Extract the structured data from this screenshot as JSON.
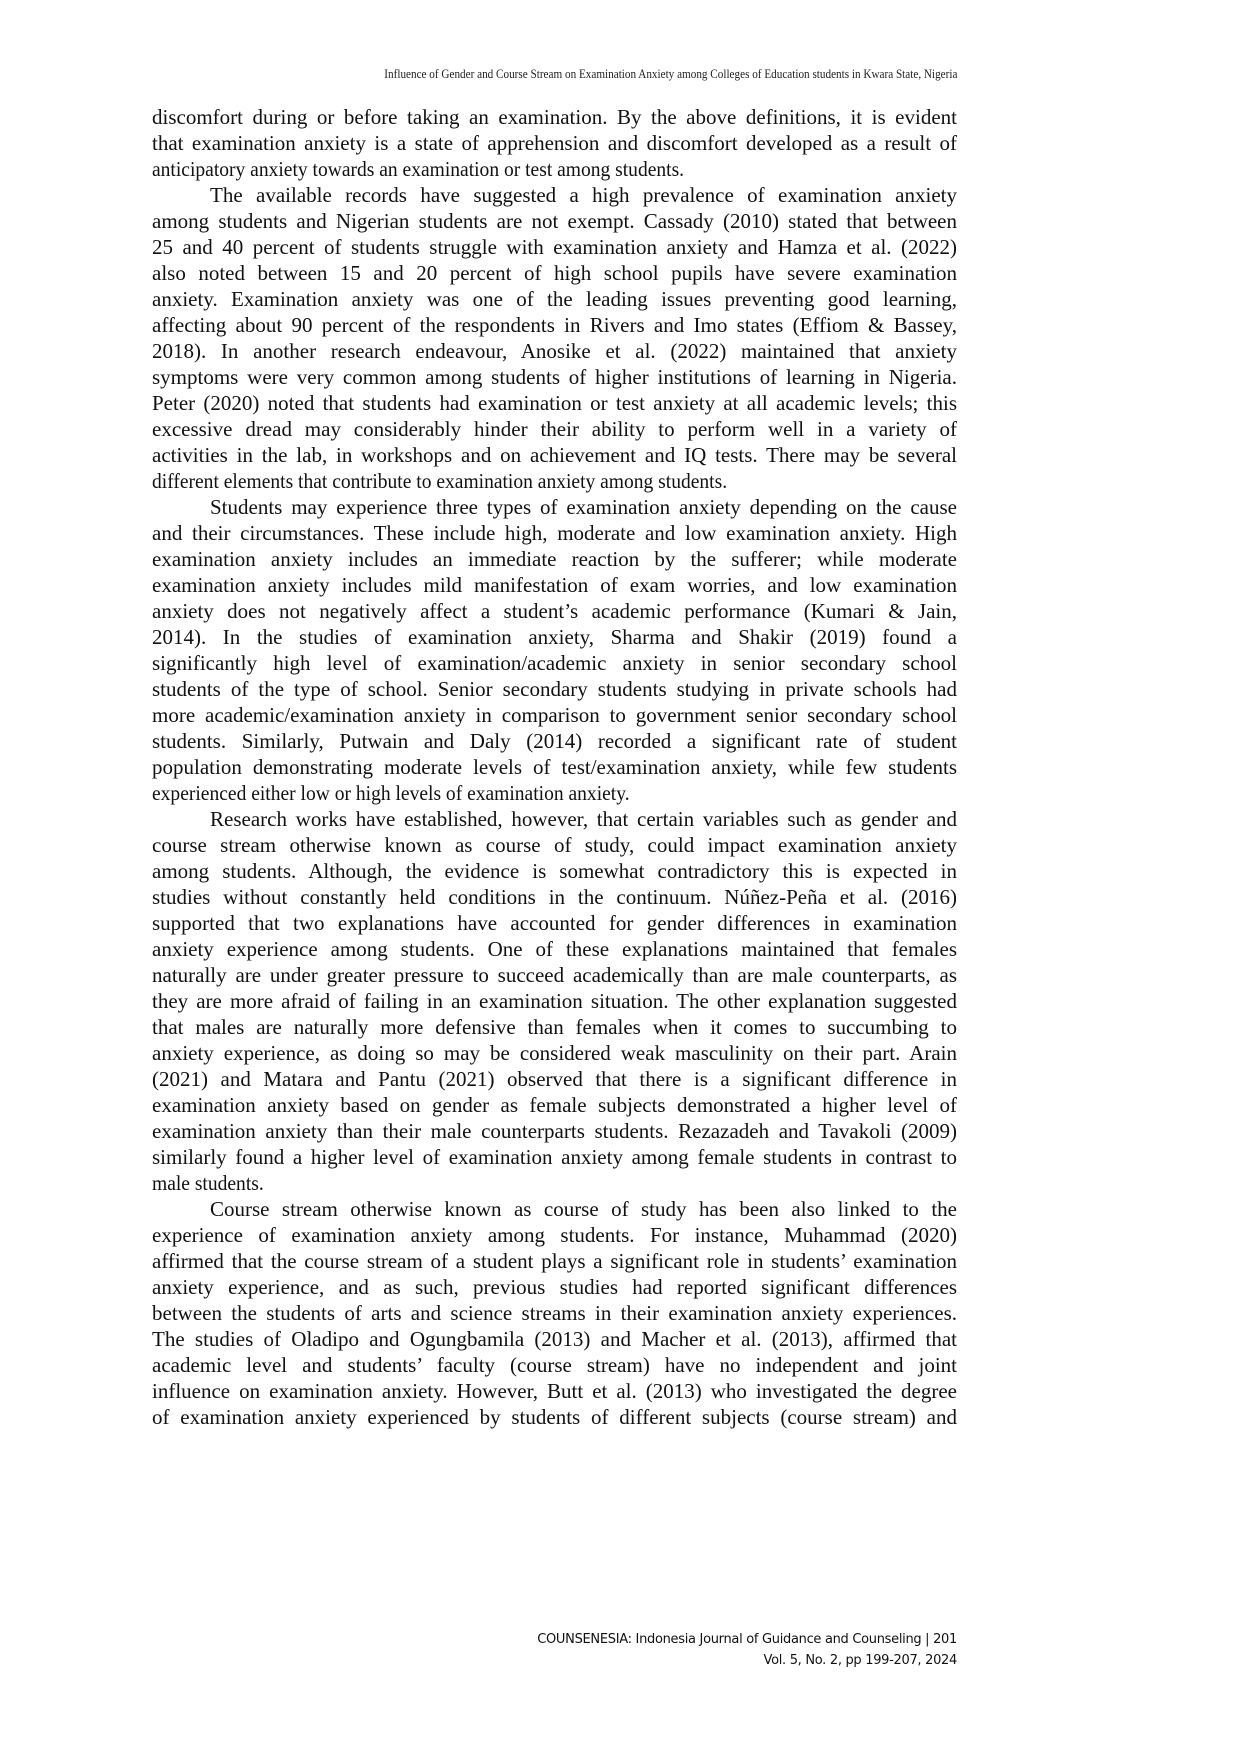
{
  "header": {
    "running_title": "Influence of Gender and Course Stream on Examination Anxiety among Colleges of Education students in Kwara State, Nigeria"
  },
  "paragraphs": [
    {
      "indent": false,
      "lines": [
        "discomfort during or before taking an examination. By the above definitions, it is evident",
        "that examination anxiety is a state of apprehension and discomfort developed as a result of",
        "anticipatory anxiety towards an examination or test among students."
      ]
    },
    {
      "indent": true,
      "lines": [
        "The available records have suggested a high prevalence of examination anxiety",
        "among students and Nigerian students are not exempt. Cassady (2010) stated that between",
        "25 and 40 percent of students struggle with examination anxiety and Hamza et al. (2022)",
        "also noted between 15 and 20 percent of high school pupils have severe examination",
        "anxiety. Examination anxiety was one of the leading issues preventing good learning,",
        "affecting about 90 percent of the respondents in Rivers and Imo states (Effiom & Bassey,",
        "2018). In another research endeavour, Anosike et al. (2022) maintained that anxiety",
        "symptoms were very common among students of higher institutions of learning in Nigeria.",
        "Peter (2020) noted that students had examination or test anxiety at all academic levels; this",
        "excessive dread may considerably hinder their ability to perform well in a variety of",
        "activities in the lab, in workshops and on achievement and IQ tests. There may be several",
        "different elements that contribute to examination anxiety among students."
      ]
    },
    {
      "indent": true,
      "lines": [
        "Students may experience three types of examination anxiety depending on the cause",
        "and their circumstances. These include high, moderate and low examination anxiety. High",
        "examination anxiety includes an immediate reaction by the sufferer; while moderate",
        "examination anxiety includes mild manifestation of exam worries, and low examination",
        "anxiety does not negatively affect a student’s academic performance (Kumari & Jain,",
        "2014). In the studies of examination anxiety, Sharma and Shakir (2019) found a",
        "significantly high level of examination/academic anxiety in senior secondary school",
        "students of the type of school. Senior secondary students studying in private schools had",
        "more academic/examination anxiety in comparison to government senior secondary school",
        "students. Similarly, Putwain and Daly (2014) recorded a significant rate of student",
        "population demonstrating moderate levels of test/examination anxiety, while few students",
        "experienced either low or high levels of examination anxiety."
      ]
    },
    {
      "indent": true,
      "lines": [
        "Research works have established, however, that certain variables such as gender and",
        "course stream otherwise known as course of study, could impact examination anxiety",
        "among students. Although, the evidence is somewhat contradictory this is expected in",
        "studies without constantly held conditions in the continuum. Núñez-Peña et al. (2016)",
        "supported that two explanations have accounted for gender differences in examination",
        "anxiety experience among students. One of these explanations maintained that females",
        "naturally are under greater pressure to succeed academically than are male counterparts, as",
        "they are more afraid of failing in an examination situation. The other explanation suggested",
        "that males are naturally more defensive than females when it comes to succumbing to",
        "anxiety experience, as doing so may be considered weak masculinity on their part. Arain",
        "(2021) and Matara and Pantu (2021) observed that there is a significant difference in",
        "examination anxiety based on gender as female subjects demonstrated a higher level of",
        "examination anxiety than their male counterparts students. Rezazadeh and Tavakoli (2009)",
        "similarly found a higher level of examination anxiety among female students in contrast to",
        "male students."
      ]
    },
    {
      "indent": true,
      "continues": true,
      "lines": [
        "Course stream otherwise known as course of study has been also linked to the",
        "experience of examination anxiety among students. For instance, Muhammad (2020)",
        "affirmed that the course stream of a student plays a significant role in students’ examination",
        "anxiety experience, and as such, previous studies had reported significant differences",
        "between the students of arts and science streams in their examination anxiety experiences.",
        "The studies of Oladipo and Ogungbamila (2013) and Macher et al. (2013), affirmed that",
        "academic level and students’ faculty (course stream) have no independent and joint",
        "influence on examination anxiety. However, Butt et al. (2013) who investigated the degree",
        "of examination anxiety experienced by students of different subjects (course stream) and"
      ]
    }
  ],
  "footer": {
    "journal": "COUNSENESIA: Indonesia Journal of Guidance and Counseling | 201",
    "volume": "Vol. 5, No. 2, pp 199-207, 2024"
  }
}
